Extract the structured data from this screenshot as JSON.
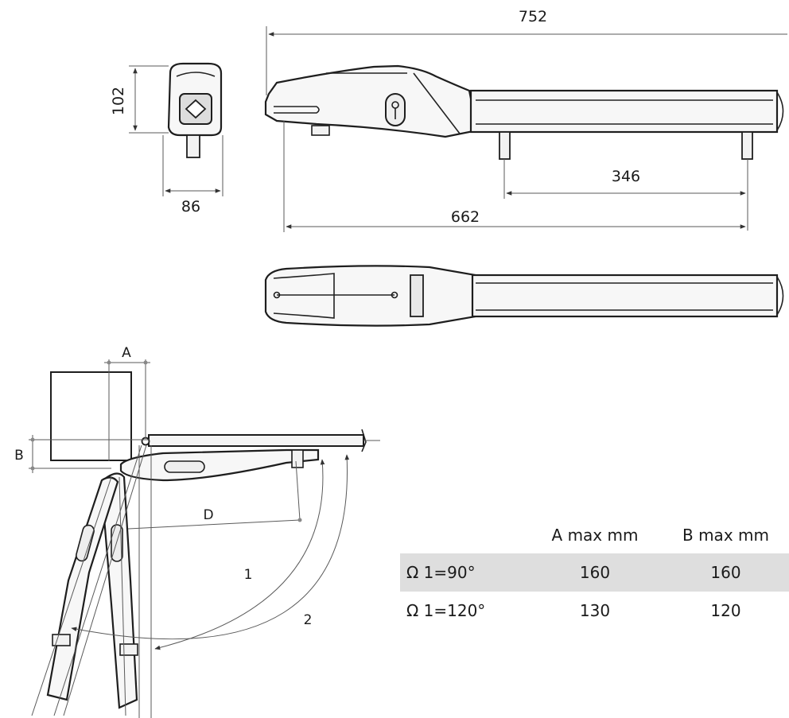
{
  "dimensions": {
    "overall_length": "752",
    "height": "102",
    "width": "86",
    "bracket_distance": "346",
    "fixing_length": "662"
  },
  "installation_labels": {
    "a": "A",
    "b": "B",
    "d": "D",
    "angle_1": "1",
    "angle_2": "2"
  },
  "table": {
    "headers": [
      "",
      "A max mm",
      "B max mm"
    ],
    "rows": [
      {
        "label": "Ω 1=90°",
        "a": "160",
        "b": "160"
      },
      {
        "label": "Ω 1=120°",
        "a": "130",
        "b": "120"
      }
    ]
  },
  "colors": {
    "line": "#1e1e1e",
    "row_shade": "#dedede"
  }
}
